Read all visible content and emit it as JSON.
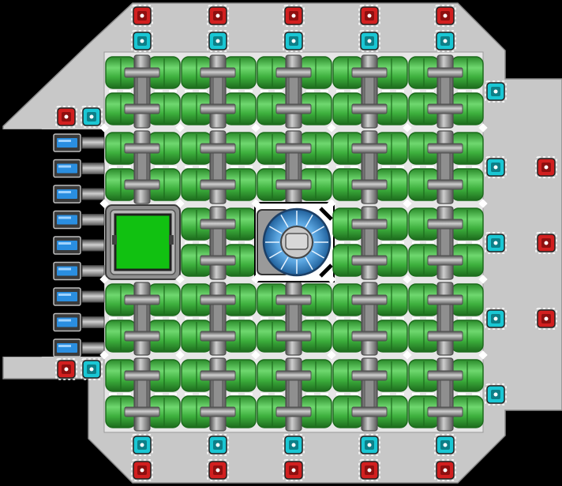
{
  "scene": {
    "kind": "top-down spaceship module grid",
    "background_color": "#000000",
    "hull_color": "#c8c8c8",
    "hull_edge_color": "#8a8a8a"
  },
  "palette": {
    "tank_light": "#5cc95c",
    "tank_mid": "#38a838",
    "tank_dark": "#1d6b1d",
    "pipe_light": "#c9c9c9",
    "pipe_mid": "#8f8f8f",
    "pipe_dark": "#4e4e4e",
    "red_port": "#d21f1f",
    "cyan_port": "#19c7d4",
    "screen_green": "#11c111",
    "battery_blue": "#2a8ee0"
  },
  "grid": {
    "columns": 5,
    "rows": 5,
    "tile_icon": "fuel-tank-module-icon",
    "special_tiles": [
      {
        "row": 2,
        "col": 0,
        "icon": "cockpit-screen-icon"
      },
      {
        "row": 2,
        "col": 2,
        "icon": "reactor-dome-icon"
      }
    ]
  },
  "ports": {
    "top": {
      "count": 5,
      "outer_icon": "red-connector-icon",
      "inner_icon": "cyan-connector-icon"
    },
    "bottom": {
      "count": 5,
      "outer_icon": "red-connector-icon",
      "inner_icon": "cyan-connector-icon"
    },
    "right_inner": {
      "count": 5,
      "icon": "cyan-connector-icon"
    },
    "right_outer": {
      "count": 3,
      "icon": "red-connector-icon"
    },
    "left_pairs": {
      "count": 2,
      "icons": [
        "red-connector-icon",
        "cyan-connector-icon"
      ]
    }
  },
  "battery_bank": {
    "count": 9,
    "icon": "battery-cell-icon"
  }
}
